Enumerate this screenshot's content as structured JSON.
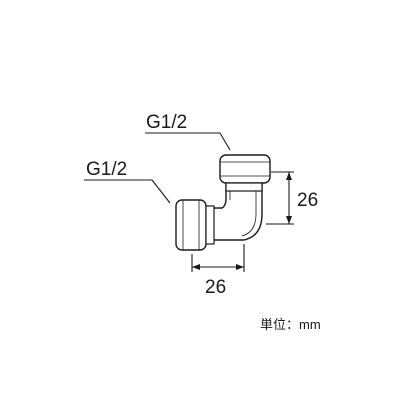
{
  "labels": {
    "thread_top": "G1/2",
    "thread_left": "G1/2",
    "dim_vertical": "26",
    "dim_horizontal": "26",
    "unit": "単位：mm"
  }
}
